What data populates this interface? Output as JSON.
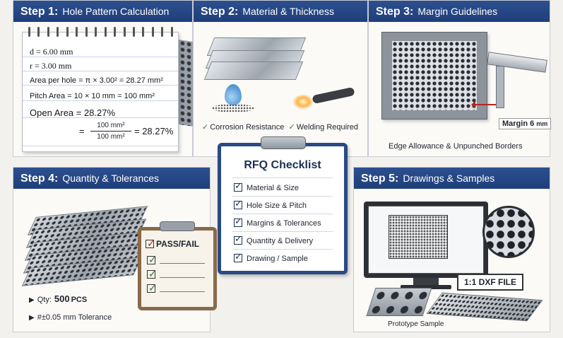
{
  "steps": [
    {
      "num": "Step 1:",
      "title": "Hole Pattern Calculation"
    },
    {
      "num": "Step 2:",
      "title": "Material & Thickness"
    },
    {
      "num": "Step 3:",
      "title": "Margin Guidelines"
    },
    {
      "num": "Step 4:",
      "title": "Quantity & Tolerances"
    },
    {
      "num": "Step 5:",
      "title": "Drawings & Samples"
    }
  ],
  "calc": {
    "d": "d = 6.00 mm",
    "r": "r = 3.00 mm",
    "area_per_hole": "Area per hole = π × 3.00² = 28.27 mm²",
    "pitch_area": "Pitch Area = 10 × 10 mm = 100 mm²",
    "open_area": "Open Area = 28.27%",
    "eq": "=",
    "frac_num": "100 mm²",
    "frac_den": "100 mm²",
    "frac_result": "= 28.27%"
  },
  "material": {
    "corrosion": "Corrosion Resistance",
    "welding": "Welding Required",
    "check": "✓"
  },
  "margin": {
    "label": "Margin 6",
    "unit": "mm",
    "caption": "Edge Allowance & Unpunched Borders"
  },
  "quantity": {
    "pass_fail": "PASS/FAIL",
    "qty_label": "Qty:",
    "qty_value": "500",
    "qty_unit": "PCS",
    "tolerance": "#±0.05 mm Tolerance",
    "bullet": "▶"
  },
  "checklist": {
    "title": "RFQ Checklist",
    "items": [
      "Material & Size",
      "Hole Size & Pitch",
      "Margins & Tolerances",
      "Quantity & Delivery",
      "Drawing / Sample"
    ]
  },
  "drawings": {
    "dxf": "1:1 DXF FILE",
    "prototype": "Prototype Sample"
  },
  "colors": {
    "header": "#24468a",
    "check_green": "#2d7a3a",
    "fail_red": "#b3261e"
  }
}
